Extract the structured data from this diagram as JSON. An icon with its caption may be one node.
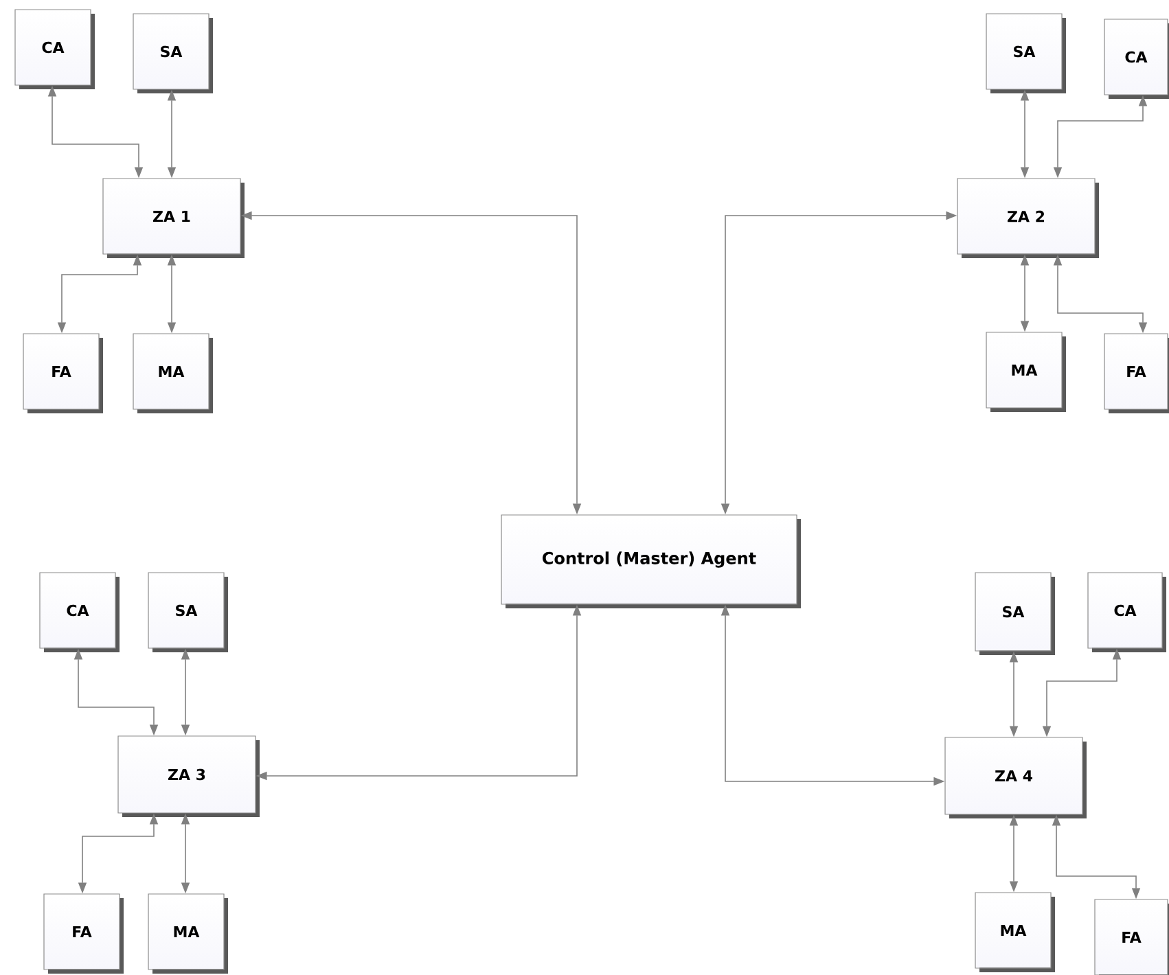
{
  "diagram": {
    "nodes": [
      {
        "text": [
          "CA"
        ]
      },
      {
        "text": [
          "SA"
        ]
      },
      {
        "text": [
          "SA"
        ]
      },
      {
        "text": [
          "CA"
        ]
      },
      {
        "text": [
          "ZA 1"
        ]
      },
      {
        "text": [
          "ZA 2"
        ]
      },
      {
        "text": [
          "FA"
        ]
      },
      {
        "text": [
          "MA"
        ]
      },
      {
        "text": [
          "MA"
        ]
      },
      {
        "text": [
          "FA"
        ]
      },
      {
        "text": [
          "Control (Master) Agent"
        ]
      },
      {
        "text": [
          "CA"
        ]
      },
      {
        "text": [
          "SA"
        ]
      },
      {
        "text": [
          "SA"
        ]
      },
      {
        "text": [
          "CA"
        ]
      },
      {
        "text": [
          "ZA 3"
        ]
      },
      {
        "text": [
          "ZA 4"
        ]
      },
      {
        "text": [
          "FA"
        ]
      },
      {
        "text": [
          "MA"
        ]
      },
      {
        "text": [
          "MA"
        ]
      },
      {
        "text": [
          "FA"
        ]
      }
    ],
    "edges": [
      {
        "from": 0,
        "to": 4,
        "arrow": "both"
      },
      {
        "from": 1,
        "to": 4,
        "arrow": "both"
      },
      {
        "from": 6,
        "to": 4,
        "arrow": "both"
      },
      {
        "from": 7,
        "to": 4,
        "arrow": "both"
      },
      {
        "from": 2,
        "to": 5,
        "arrow": "both"
      },
      {
        "from": 3,
        "to": 5,
        "arrow": "both"
      },
      {
        "from": 8,
        "to": 5,
        "arrow": "both"
      },
      {
        "from": 9,
        "to": 5,
        "arrow": "both"
      },
      {
        "from": 4,
        "to": 10,
        "arrow": "both"
      },
      {
        "from": 5,
        "to": 10,
        "arrow": "both"
      },
      {
        "from": 15,
        "to": 10,
        "arrow": "both"
      },
      {
        "from": 16,
        "to": 10,
        "arrow": "both"
      },
      {
        "from": 11,
        "to": 15,
        "arrow": "both"
      },
      {
        "from": 12,
        "to": 15,
        "arrow": "both"
      },
      {
        "from": 17,
        "to": 15,
        "arrow": "both"
      },
      {
        "from": 18,
        "to": 15,
        "arrow": "both"
      },
      {
        "from": 13,
        "to": 16,
        "arrow": "both"
      },
      {
        "from": 14,
        "to": 16,
        "arrow": "both"
      },
      {
        "from": 19,
        "to": 16,
        "arrow": "both"
      },
      {
        "from": 20,
        "to": 16,
        "arrow": "both"
      }
    ]
  }
}
